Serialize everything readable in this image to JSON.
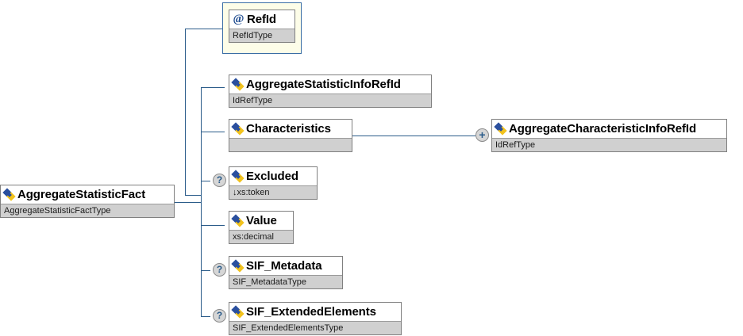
{
  "diagram": {
    "type": "xsd-schema-tree",
    "title": "AggregateStatisticFact element structure"
  },
  "root": {
    "name": "AggregateStatisticFact",
    "type": "AggregateStatisticFactType",
    "icon": "element-icon"
  },
  "attribute_group": {
    "attributes": [
      {
        "name": "RefId",
        "type": "RefIdType",
        "icon": "attribute-icon"
      }
    ]
  },
  "children": [
    {
      "name": "AggregateStatisticInfoRefId",
      "type": "IdRefType",
      "icon": "element-icon",
      "optional": false
    },
    {
      "name": "Characteristics",
      "type": "",
      "icon": "element-icon",
      "optional": false
    },
    {
      "name": "Excluded",
      "type": "↓xs:token",
      "icon": "element-icon",
      "optional": true,
      "badge": "?"
    },
    {
      "name": "Value",
      "type": "xs:decimal",
      "icon": "element-icon",
      "optional": false
    },
    {
      "name": "SIF_Metadata",
      "type": "SIF_MetadataType",
      "icon": "element-icon",
      "optional": true,
      "badge": "?"
    },
    {
      "name": "SIF_ExtendedElements",
      "type": "SIF_ExtendedElementsType",
      "icon": "element-icon",
      "optional": true,
      "badge": "?"
    }
  ],
  "grandchildren": [
    {
      "parent": "Characteristics",
      "name": "AggregateCharacteristicInfoRefId",
      "type": "IdRefType",
      "icon": "element-icon",
      "expandable": true,
      "badge": "+"
    }
  ],
  "colors": {
    "connector": "#2b5c8a",
    "box_border": "#808080",
    "type_bar": "#d0d0d0",
    "attr_group_fill": "#fdfde8",
    "attr_group_border": "#3b6ea5",
    "icon_blue": "#2a4f9e",
    "icon_yellow": "#f2c21c",
    "badge_fill": "#d6d6d6"
  }
}
